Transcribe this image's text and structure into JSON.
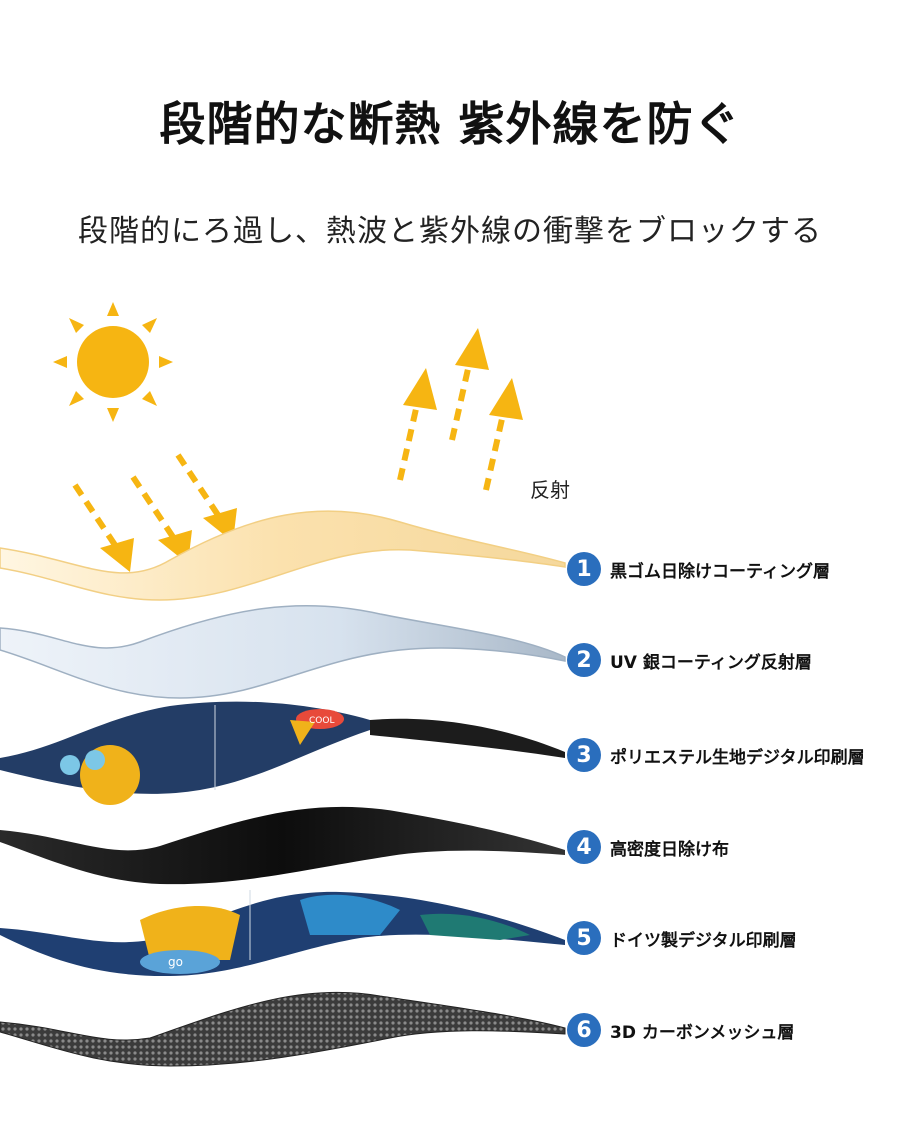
{
  "title": "段階的な断熱 紫外線を防ぐ",
  "subtitle": "段階的にろ過し、熱波と紫外線の衝撃をブロックする",
  "reflect_label": "反射",
  "layers": [
    {
      "num": "1",
      "label": "黒ゴム日除けコーティング層"
    },
    {
      "num": "2",
      "label": "UV 銀コーティング反射層"
    },
    {
      "num": "3",
      "label": "ポリエステル生地デジタル印刷層"
    },
    {
      "num": "4",
      "label": "高密度日除け布"
    },
    {
      "num": "5",
      "label": "ドイツ製デジタル印刷層"
    },
    {
      "num": "6",
      "label": "3D カーボンメッシュ層"
    }
  ],
  "print_text": {
    "cool": "COOL",
    "go": "go"
  },
  "colors": {
    "sun": "#f6b512",
    "arrow": "#f6b512",
    "badge": "#2a6ebd",
    "layer1": "#fbe3b3",
    "layer2": "#dbe6f1",
    "layer3": "#233d66",
    "layer4": "#1a1a1a",
    "layer5": "#1f3f72",
    "layer6": "#3a3a3a"
  },
  "icons": [
    "sun-icon",
    "incoming-arrow-icon",
    "reflected-arrow-icon"
  ]
}
